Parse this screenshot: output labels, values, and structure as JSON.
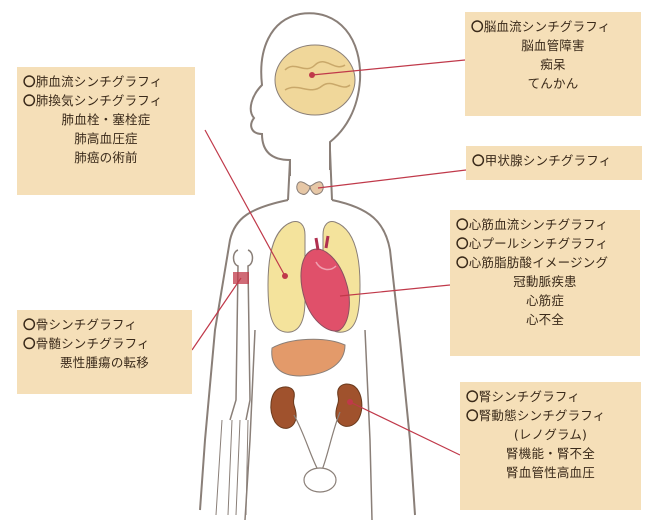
{
  "callouts": {
    "brain": {
      "lines": [
        "〇脳血流シンチグラフィ",
        "脳血管障害",
        "痴呆",
        "てんかん"
      ]
    },
    "lung": {
      "lines": [
        "〇肺血流シンチグラフィ",
        "〇肺換気シンチグラフィ",
        "肺血栓・塞栓症",
        "肺高血圧症",
        "肺癌の術前"
      ]
    },
    "thyroid": {
      "lines": [
        "〇甲状腺シンチグラフィ"
      ]
    },
    "heart": {
      "lines": [
        "〇心筋血流シンチグラフィ",
        "〇心プールシンチグラフィ",
        "〇心筋脂肪酸イメージング",
        "冠動脈疾患",
        "心筋症",
        "心不全"
      ]
    },
    "bone": {
      "lines": [
        "〇骨シンチグラフィ",
        "〇骨髄シンチグラフィ",
        "悪性腫瘍の転移"
      ]
    },
    "kidney": {
      "lines": [
        "〇腎シンチグラフィ",
        "〇腎動態シンチグラフィ",
        "(レノグラム)",
        "腎機能・腎不全",
        "腎血管性高血圧"
      ]
    }
  },
  "colors": {
    "box": "#f5dfb8",
    "leader": "#c0394a",
    "outline": "#8a7f78",
    "brain": "#f0d79a",
    "lung": "#f4e39c",
    "heart": "#e0506a",
    "liver": "#e39a6a",
    "kidney": "#a0522d",
    "bladder": "#ffffff"
  },
  "icons": [
    "human-body-figure",
    "brain-icon",
    "thyroid-icon",
    "lungs-icon",
    "heart-icon",
    "liver-icon",
    "kidneys-icon",
    "bladder-icon",
    "arm-bone-icon"
  ]
}
